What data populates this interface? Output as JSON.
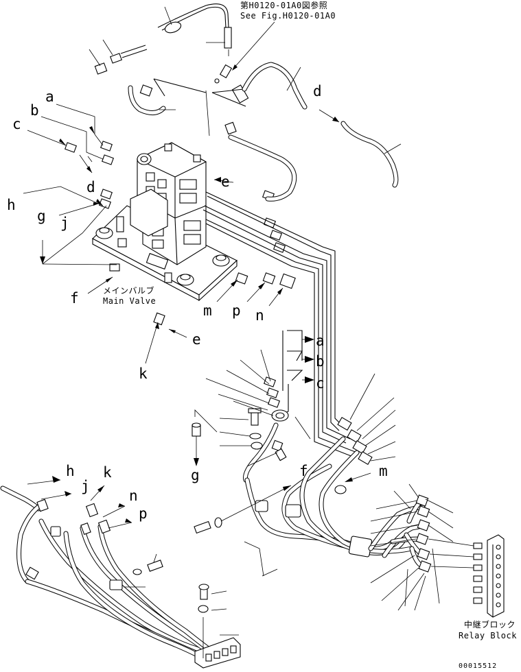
{
  "reference_note": {
    "jp": "第H0120-01A0図参照",
    "en": "See Fig.H0120-01A0"
  },
  "main_valve": {
    "jp": "メインバルブ",
    "en": "Main Valve"
  },
  "relay_block": {
    "jp": "中継ブロック",
    "en": "Relay Block"
  },
  "drawing_number": "00015512",
  "callouts": {
    "a1": "a",
    "b1": "b",
    "c1": "c",
    "d1": "d",
    "d2": "d",
    "e1": "e",
    "e2": "e",
    "f1": "f",
    "f2": "f",
    "g1": "g",
    "g2": "g",
    "h1": "h",
    "h2": "h",
    "j1": "j",
    "j2": "j",
    "k1": "k",
    "k2": "k",
    "m1": "m",
    "m2": "m",
    "n1": "n",
    "n2": "n",
    "p1": "p",
    "p2": "p",
    "a2": "a",
    "b2": "b",
    "c2": "c"
  }
}
